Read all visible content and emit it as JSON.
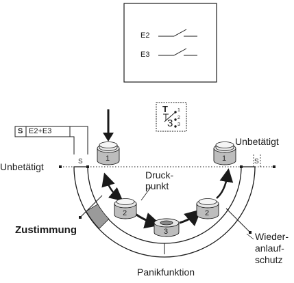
{
  "switch_box": {
    "contacts": [
      {
        "label": "E2"
      },
      {
        "label": "E3"
      }
    ]
  },
  "symbol": {
    "letter": "T",
    "number": "3",
    "positions": [
      "1",
      "2",
      "3"
    ]
  },
  "table": {
    "col1": "S",
    "col2": "E2+E3"
  },
  "states": {
    "left_unactuated": "Unbetätigt",
    "right_unactuated": "Unbetätigt",
    "pressure_point": [
      "Druck-",
      "punkt"
    ],
    "consent": "Zustimmung",
    "restart_protection": [
      "Wieder-",
      "anlauf-",
      "schutz"
    ],
    "panic": "Panikfunktion",
    "s_marker": "S"
  },
  "buttons": [
    {
      "label": "1"
    },
    {
      "label": "2"
    },
    {
      "label": "3"
    },
    {
      "label": "2"
    },
    {
      "label": "1"
    }
  ],
  "colors": {
    "line": "#1a1a1a",
    "button_top": "#e8e8e8",
    "button_side": "#bdbdbd",
    "button_dark": "#8a8a8a",
    "consent_band": "#9a9a9a"
  }
}
